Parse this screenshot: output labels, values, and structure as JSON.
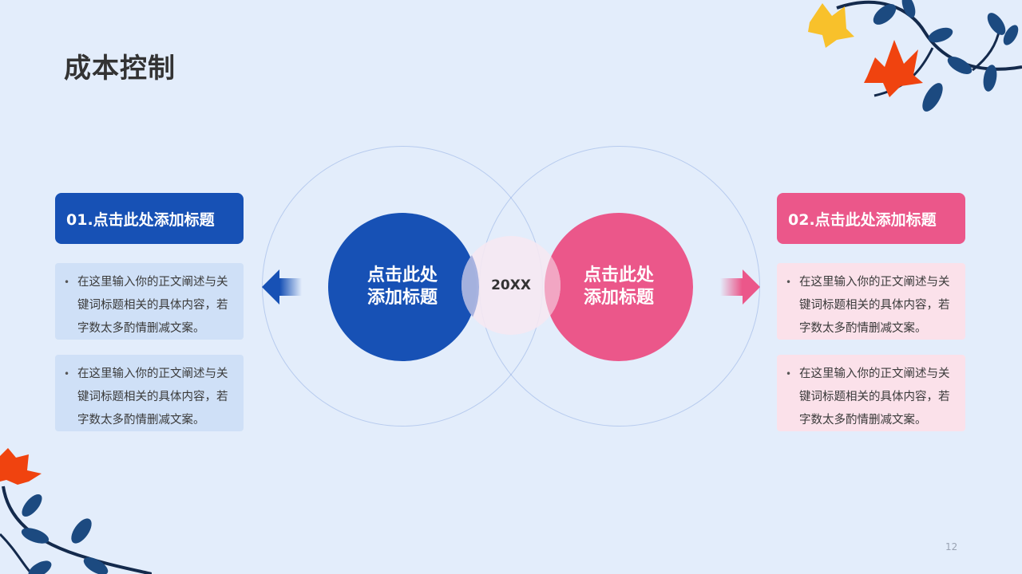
{
  "title": "成本控制",
  "center": {
    "left_circle": {
      "line1": "点击此处",
      "line2": "添加标题"
    },
    "right_circle": {
      "line1": "点击此处",
      "line2": "添加标题"
    },
    "year": "20XX"
  },
  "left_panel": {
    "heading": "01.点击此处添加标题",
    "items": [
      "在这里输入你的正文阐述与关键词标题相关的具体内容，若字数太多酌情删减文案。",
      "在这里输入你的正文阐述与关键词标题相关的具体内容，若字数太多酌情删减文案。"
    ]
  },
  "right_panel": {
    "heading": "02.点击此处添加标题",
    "items": [
      "在这里输入你的正文阐述与关键词标题相关的具体内容，若字数太多酌情删减文案。",
      "在这里输入你的正文阐述与关键词标题相关的具体内容，若字数太多酌情删减文案。"
    ]
  },
  "page_number": "12",
  "colors": {
    "background": "#e3edfb",
    "blue_accent": "#1751b5",
    "pink_accent": "#eb578a",
    "blue_card": "#cfe0f7",
    "pink_card": "#fbe1ea",
    "leaf_navy": "#1c3f6e",
    "flower_orange": "#f0430f",
    "flower_yellow": "#f8c12b"
  }
}
